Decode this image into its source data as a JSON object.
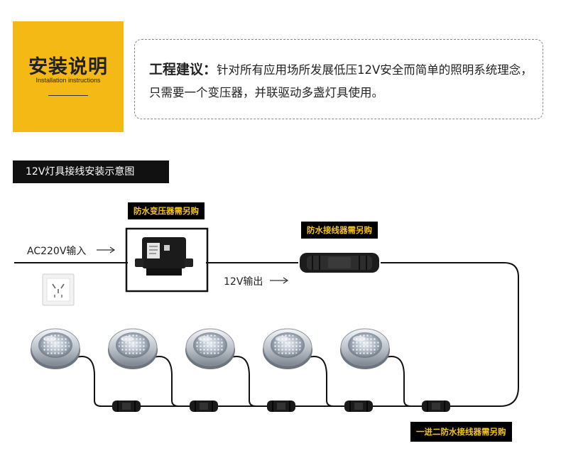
{
  "header": {
    "title": "安装说明",
    "subtitle": "Installation instructions"
  },
  "advice": {
    "label": "工程建议：",
    "text": "针对所有应用场所发展低压12V安全而简单的照明系统理念，只需要一个变压器，并联驱动多盏灯具使用。"
  },
  "section": {
    "title": "12V灯具接线安装示意图"
  },
  "diagram": {
    "tag_transformer": "防水变压器需另购",
    "tag_connector": "防水接线器需另购",
    "tag_splitter": "一进二防水接线器需另购",
    "input_label": "AC220V输入",
    "output_label": "12V输出",
    "lamp_count": 5,
    "splitter_count": 5,
    "icons": [
      "transformer-icon",
      "wall-socket-icon",
      "pool-lamp-icon",
      "cable-connector-icon",
      "arrow-right-icon"
    ],
    "colors": {
      "accent": "#f5b915",
      "tag_bg": "#000000",
      "tag_text": "#f5c518",
      "wire": "#111111"
    }
  }
}
